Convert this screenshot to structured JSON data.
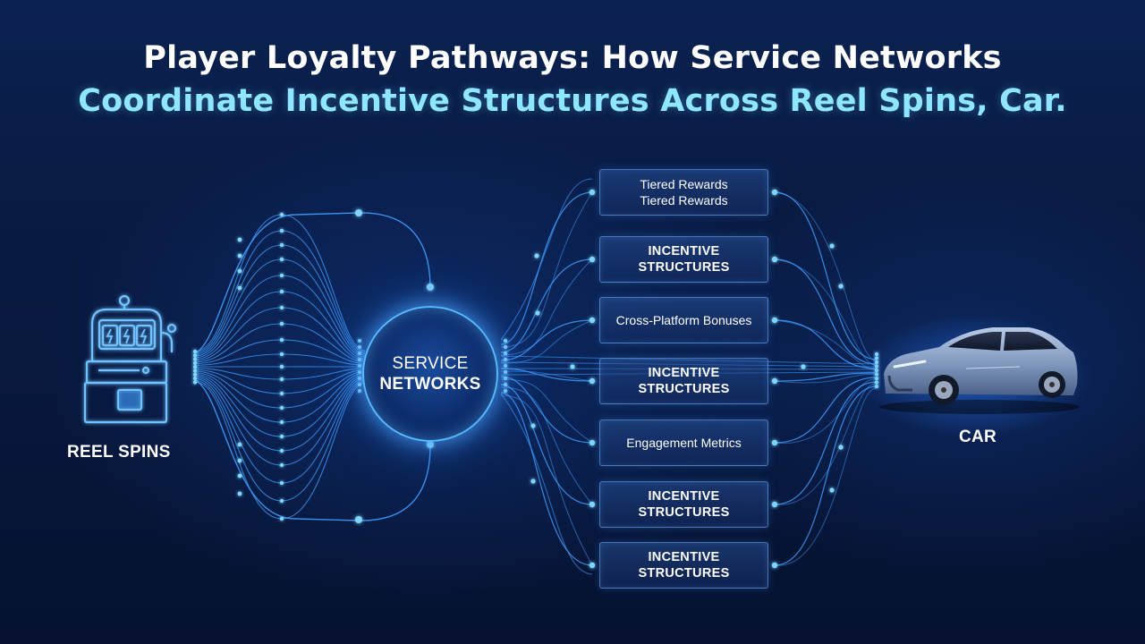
{
  "title": {
    "line1": "Player Loyalty Pathways: How Service Networks",
    "line2": "Coordinate Incentive Structures Across Reel Spins, Car."
  },
  "source": {
    "label": "REEL SPINS",
    "icon": "slot-machine-icon"
  },
  "hub": {
    "line1": "SERVICE",
    "line2": "NETWORKS"
  },
  "target": {
    "label": "CAR",
    "icon": "car-icon"
  },
  "nodes": [
    {
      "line1": "Tiered Rewards",
      "line2": "Tiered Rewards"
    },
    {
      "line1": "INCENTIVE",
      "line2": "STRUCTURES"
    },
    {
      "line1": "Cross-Platform Bonuses",
      "line2": ""
    },
    {
      "line1": "INCENTIVE",
      "line2": "STRUCTURES"
    },
    {
      "line1": "Engagement Metrics",
      "line2": ""
    },
    {
      "line1": "INCENTIVE",
      "line2": "STRUCTURES"
    },
    {
      "line1": "INCENTIVE",
      "line2": "STRUCTURES"
    }
  ],
  "colors": {
    "background": "#061230",
    "line": "#3f9dff",
    "glow": "#7fd6ff",
    "title_accent": "#8fe7ff",
    "car_body": "#8ea6c8"
  }
}
